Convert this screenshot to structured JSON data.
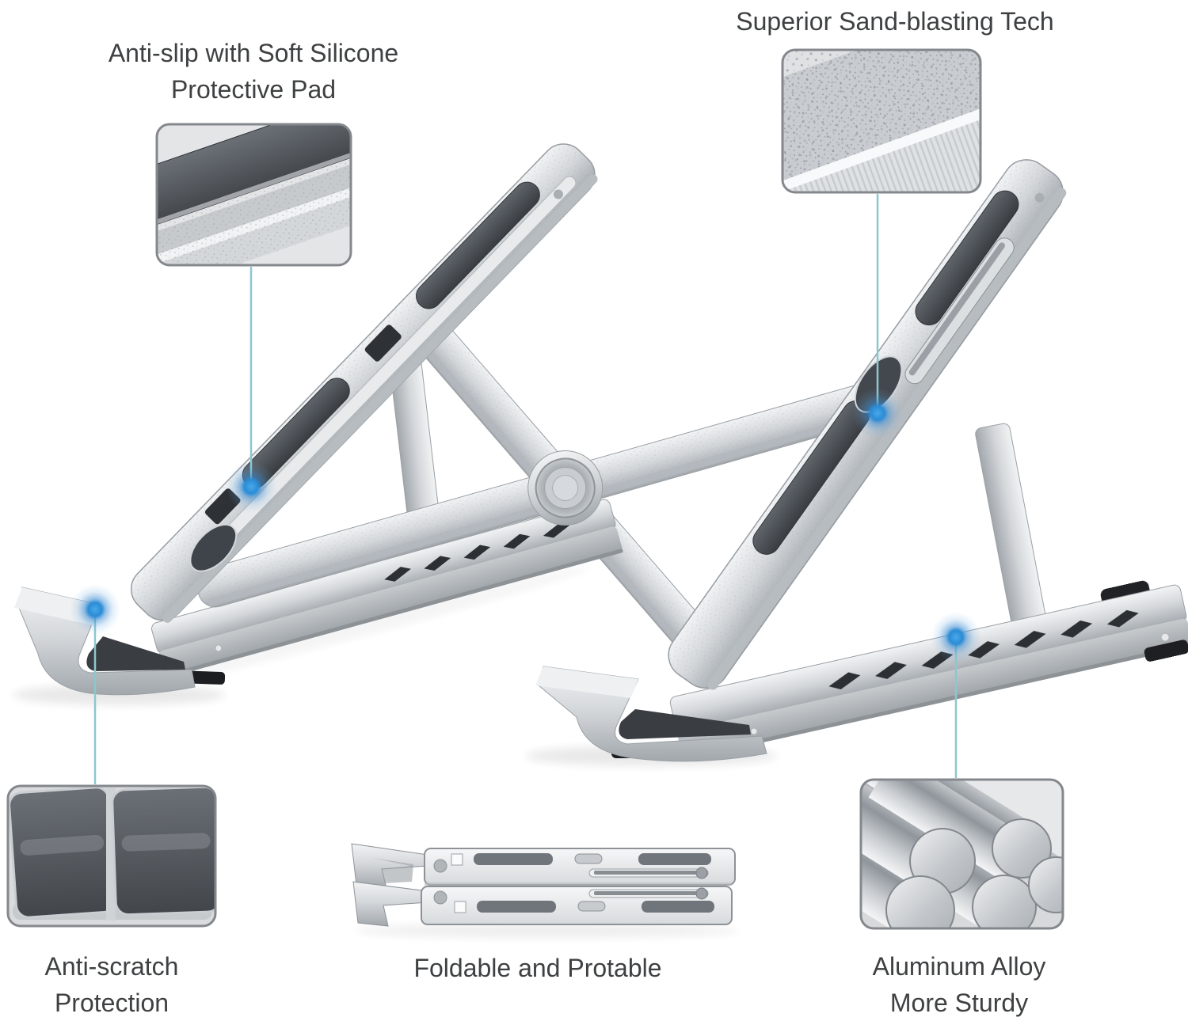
{
  "product": {
    "name": "foldable aluminum laptop stand",
    "scene": "annotated product photo with four detail insets and feature labels"
  },
  "colors": {
    "background": "#ffffff",
    "label_text": "#3e4042",
    "callout_box_border": "#84888c",
    "connector_line": "#8cc7ce",
    "feature_dot": "#2a8cd6",
    "aluminum_light": "#f0f2f3",
    "aluminum_mid": "#c9cdd1",
    "aluminum_dark": "#a3a8ad",
    "silicone_pad": "#44484e",
    "rubber_foot": "#1d1f22"
  },
  "callouts": {
    "anti_slip": {
      "line1": "Anti-slip with Soft Silicone",
      "line2": "Protective Pad"
    },
    "sand_blasting": {
      "line1": "Superior Sand-blasting Tech"
    },
    "anti_scratch": {
      "line1": "Anti-scratch",
      "line2": "Protection"
    },
    "foldable": {
      "line1": "Foldable and Protable"
    },
    "aluminum": {
      "line1": "Aluminum Alloy",
      "line2": "More Sturdy"
    }
  }
}
